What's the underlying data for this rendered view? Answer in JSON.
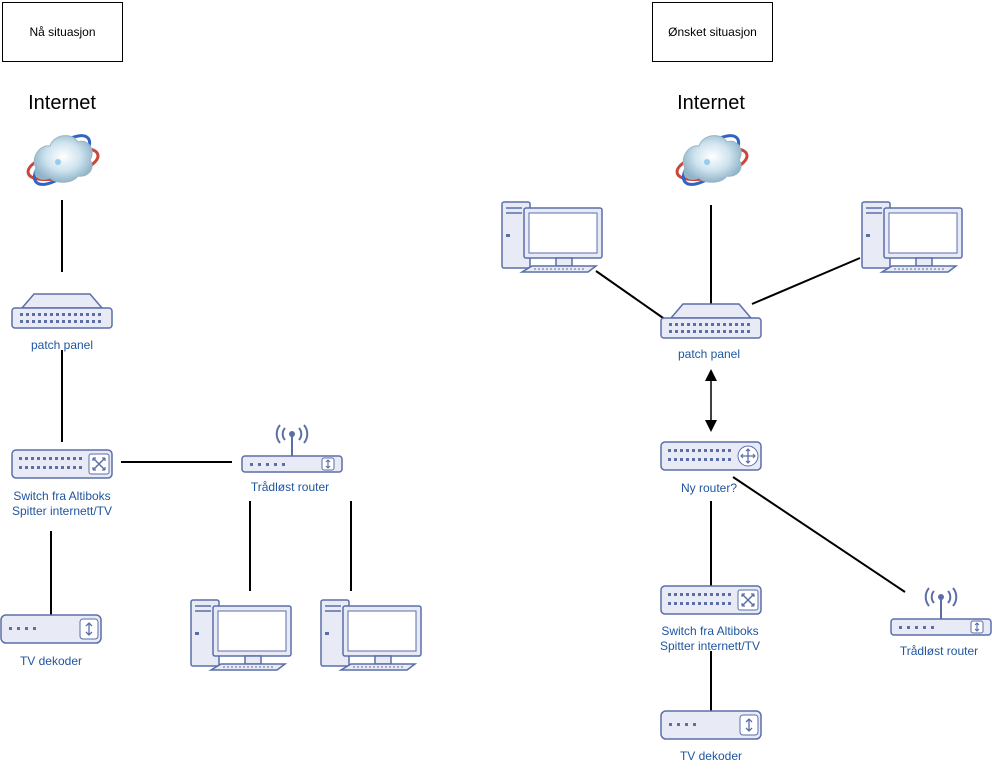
{
  "left": {
    "title": "Nå situasjon",
    "internet": "Internet",
    "patch_panel": "patch panel",
    "switch_line1": "Switch fra Altiboks",
    "switch_line2": "Spitter internett/TV",
    "router": "Trådløst router",
    "tv_decoder": "TV dekoder"
  },
  "right": {
    "title": "Ønsket situasjon",
    "internet": "Internet",
    "patch_panel": "patch panel",
    "new_router": "Ny router?",
    "switch_line1": "Switch fra Altiboks",
    "switch_line2": "Spitter internett/TV",
    "router": "Trådløst router",
    "tv_decoder": "TV dekoder"
  },
  "colors": {
    "device_fill": "#e8ebf5",
    "device_stroke": "#5b6ea8",
    "screen_fill": "#ffffff",
    "label": "#1f56a0",
    "line": "#000000"
  }
}
